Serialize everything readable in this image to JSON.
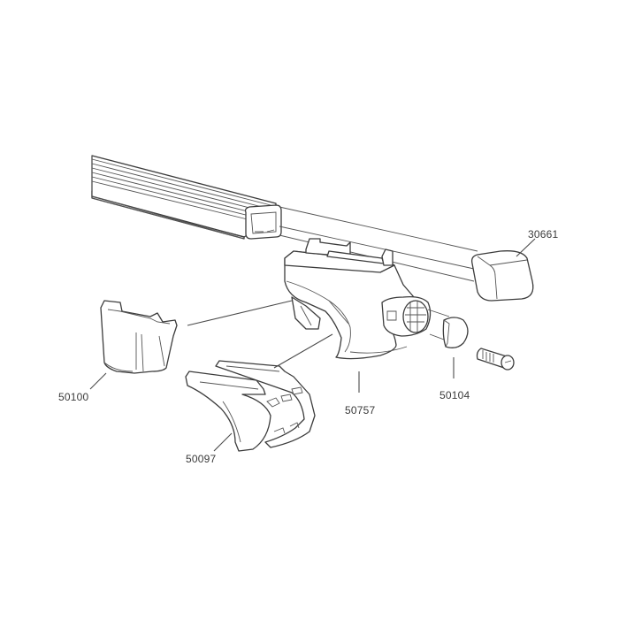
{
  "diagram": {
    "type": "exploded-parts-view",
    "background": "#ffffff",
    "line_color": "#3c3c3c",
    "parts": [
      {
        "id": "roof-bar",
        "label": "",
        "description": "square load bar with grooved top"
      },
      {
        "id": "end-cap",
        "label": "30661",
        "description": "bar end cap"
      },
      {
        "id": "foot",
        "label": "50757",
        "description": "rail foot body"
      },
      {
        "id": "lock-cover",
        "label": "50104",
        "description": "lock cover cap"
      },
      {
        "id": "lock-cylinder",
        "label": "",
        "description": "lock cylinder with key slot"
      },
      {
        "id": "foot-cover",
        "label": "50100",
        "description": "foot side cover"
      },
      {
        "id": "rail-grip",
        "label": "50097",
        "description": "rail grip pad"
      }
    ]
  },
  "labels": {
    "end_cap": "30661",
    "foot_cover": "50100",
    "foot": "50757",
    "lock_cover": "50104",
    "rail_grip": "50097"
  }
}
